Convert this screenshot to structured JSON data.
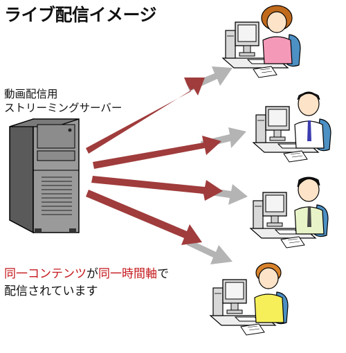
{
  "title": "ライブ配信イメージ",
  "server_label": {
    "line1": "動画配信用",
    "line2": "ストリーミングサーバー"
  },
  "caption": {
    "part1": "同一コンテンツ",
    "part2": "が",
    "part3": "同一時間軸",
    "part4": "で",
    "line2": "配信されています"
  },
  "colors": {
    "arrow_red": "#a03c3c",
    "arrow_gray": "#b4b4b4",
    "highlight_text": "#c4181c"
  }
}
